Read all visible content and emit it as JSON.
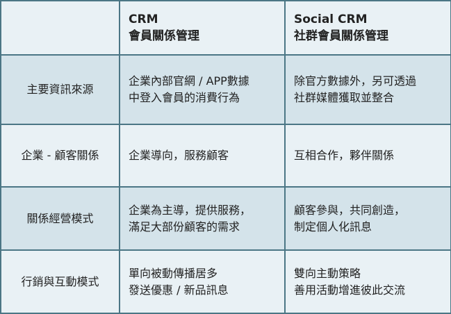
{
  "header": {
    "col1": "",
    "col2": {
      "line1": "CRM",
      "line2": "會員關係管理"
    },
    "col3": {
      "line1": "Social CRM",
      "line2": "社群會員關係管理"
    }
  },
  "rows": [
    {
      "label": "主要資訊來源",
      "crm": [
        "企業內部官網 / APP數據",
        "中登入會員的消費行為"
      ],
      "social": [
        "除官方數據外，另可透過",
        "社群媒體獲取並整合"
      ]
    },
    {
      "label": "企業 - 顧客關係",
      "crm": [
        "企業導向，服務顧客"
      ],
      "social": [
        "互相合作，夥伴關係"
      ]
    },
    {
      "label": "關係經營模式",
      "crm": [
        "企業為主導，提供服務，",
        "滿足大部份顧客的需求"
      ],
      "social": [
        "顧客參與，共同創造，",
        "制定個人化訊息"
      ]
    },
    {
      "label": "行銷與互動模式",
      "crm": [
        "單向被動傳播居多",
        "發送優惠 / 新品訊息"
      ],
      "social": [
        "雙向主動策略",
        "善用活動增進彼此交流"
      ]
    }
  ],
  "colors": {
    "border": "#4b7685",
    "light_bg": "#e9f1f5",
    "dark_bg": "#d4e3ea"
  }
}
